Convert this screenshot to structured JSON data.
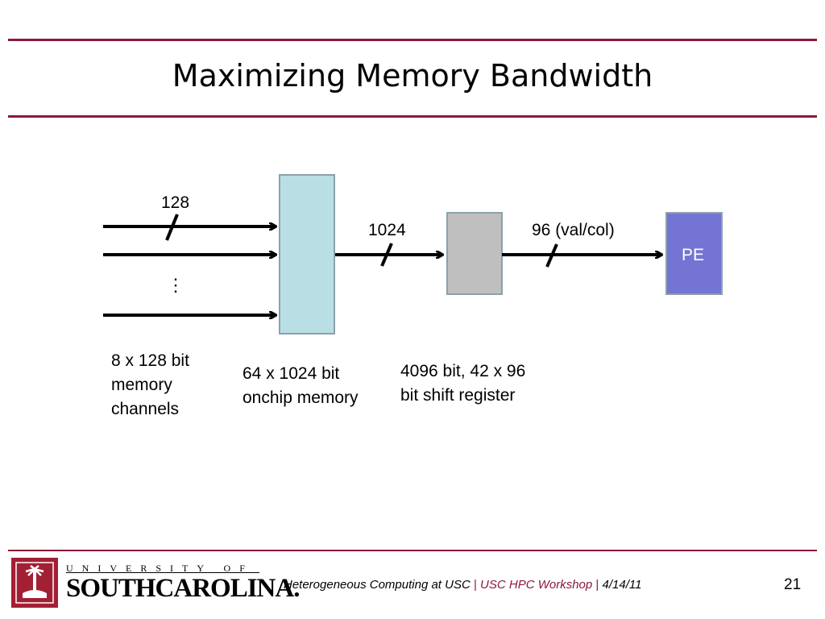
{
  "slide": {
    "title": "Maximizing Memory Bandwidth",
    "page_number": "21"
  },
  "diagram": {
    "label_128": "128",
    "label_ellipsis": "⋮",
    "label_1024": "1024",
    "label_96": "96 (val/col)",
    "pe_label": "PE",
    "caption_channels": "8 x 128 bit\nmemory\nchannels",
    "caption_onchip": "64 x 1024 bit\nonchip memory",
    "caption_shift": "4096 bit, 42 x 96\nbit shift register",
    "colors": {
      "onchip_memory": "#b9dfe4",
      "shift_register": "#bfbfbf",
      "pe": "#7474d4",
      "box_border": "#8aa1ad",
      "accent": "#8b1a3a"
    }
  },
  "footer": {
    "logo_line1": "UNIVERSITY OF",
    "logo_line2": "SOUTHCAROLINA.",
    "event": "Heterogeneous Computing at USC",
    "separator": "|",
    "workshop": "USC HPC Workshop",
    "date": "4/14/11"
  }
}
